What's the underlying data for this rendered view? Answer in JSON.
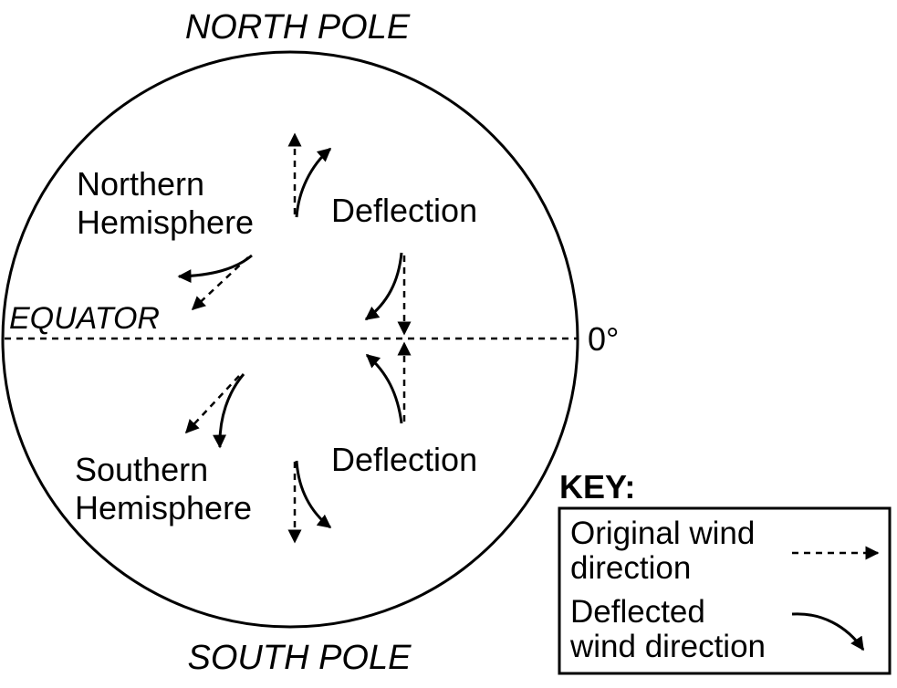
{
  "labels": {
    "north_pole": "NORTH POLE",
    "south_pole": "SOUTH POLE",
    "equator": "EQUATOR",
    "degree": "0°",
    "northern_line1": "Northern",
    "northern_line2": "Hemisphere",
    "southern_line1": "Southern",
    "southern_line2": "Hemisphere",
    "deflection_top": "Deflection",
    "deflection_bottom": "Deflection"
  },
  "key": {
    "title": "KEY:",
    "original_line1": "Original wind",
    "original_line2": "direction",
    "deflected_line1": "Deflected",
    "deflected_line2": "wind direction"
  },
  "colors": {
    "ink": "#000000",
    "background": "#ffffff"
  }
}
